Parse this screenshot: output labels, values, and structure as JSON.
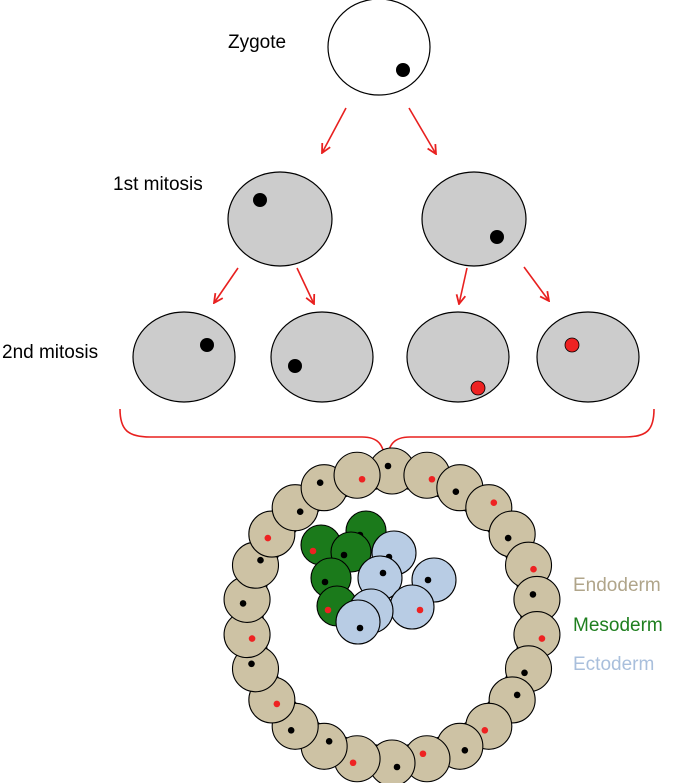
{
  "labels": {
    "zygote": "Zygote",
    "first_mitosis": "1st mitosis",
    "second_mitosis": "2nd mitosis"
  },
  "legend": [
    {
      "key": "endoderm",
      "label": "Endoderm",
      "color": "#b0a58a"
    },
    {
      "key": "mesoderm",
      "label": "Mesoderm",
      "color": "#1f7f1f"
    },
    {
      "key": "ectoderm",
      "label": "Ectoderm",
      "color": "#a9bfdc"
    }
  ],
  "colors": {
    "cell_gray": "#cccccc",
    "arrow": "#e8201f",
    "marker_black": "#000000",
    "marker_red": "#ee2222",
    "endoderm_fill": "#cdc2a4",
    "mesoderm_fill": "#1b7a1b",
    "ectoderm_fill": "#b8cce4"
  },
  "marker_types": {
    "zygote": "black",
    "first_mitosis": [
      "black",
      "black"
    ],
    "second_mitosis": [
      "black",
      "black",
      "red",
      "red"
    ]
  },
  "embryo": {
    "outer_ring_markers": [
      "black",
      "red",
      "black",
      "red",
      "black",
      "red",
      "black",
      "red",
      "black",
      "black",
      "red",
      "black",
      "red",
      "black",
      "red",
      "black",
      "black",
      "red",
      "black",
      "red",
      "black",
      "black",
      "red",
      "black",
      "black",
      "red"
    ],
    "mesoderm_markers": [
      "red",
      "black",
      "black",
      "black",
      "red"
    ],
    "ectoderm_markers": [
      "black",
      "black",
      "black",
      "red",
      "black",
      "black"
    ]
  }
}
